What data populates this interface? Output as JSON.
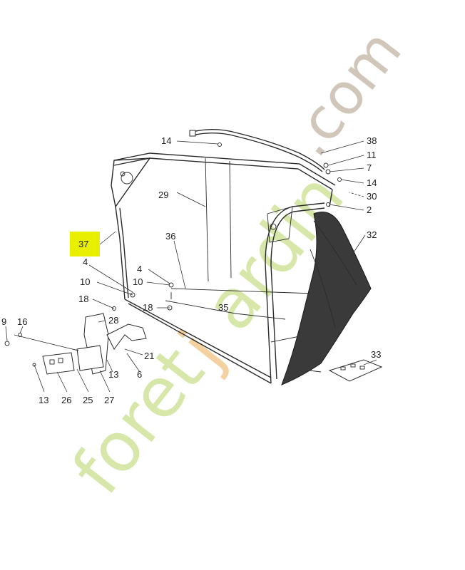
{
  "highlight": {
    "label": "37",
    "color": "#e8ef00"
  },
  "watermark": {
    "text_green": "foret",
    "text_orange_dot": "j",
    "text_rest": "ardin",
    "text_dotcom": ".com",
    "green": "#cfe39a",
    "orange": "#f3c98f",
    "taupe": "#c9bcae"
  },
  "labels": {
    "p14a": "14",
    "p38": "38",
    "p11": "11",
    "p7": "7",
    "p14b": "14",
    "p30": "30",
    "p2": "2",
    "p29": "29",
    "p36": "36",
    "p32": "32",
    "p4a": "4",
    "p4b": "4",
    "p10a": "10",
    "p10b": "10",
    "p18a": "18",
    "p18b": "18",
    "p35": "35",
    "p28": "28",
    "p9": "9",
    "p16": "16",
    "p21": "21",
    "p13a": "13",
    "p6": "6",
    "p13b": "13",
    "p26": "26",
    "p25": "25",
    "p27": "27",
    "p33": "33"
  }
}
